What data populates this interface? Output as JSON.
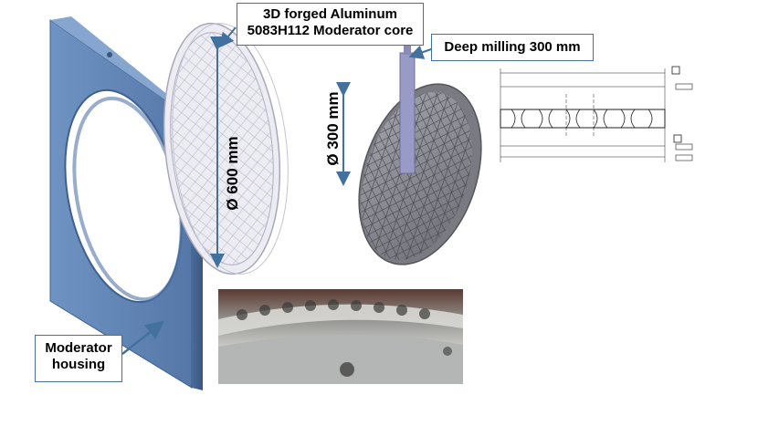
{
  "labels": {
    "moderator_core_line1": "3D forged Aluminum",
    "moderator_core_line2": "5083H112 Moderator core",
    "deep_milling": "Deep milling 300 mm",
    "housing_line1": "Moderator",
    "housing_line2": "housing"
  },
  "dimensions": {
    "large_diameter": "Ø 600 mm",
    "small_diameter": "Ø 300 mm"
  },
  "colors": {
    "housing": "#5b82b5",
    "housing_dark": "#3f5f8c",
    "arrow": "#41719c",
    "box_border": "#41719c",
    "core_fill": "#e8e8f0",
    "disc_fill": "#8e8e96"
  }
}
